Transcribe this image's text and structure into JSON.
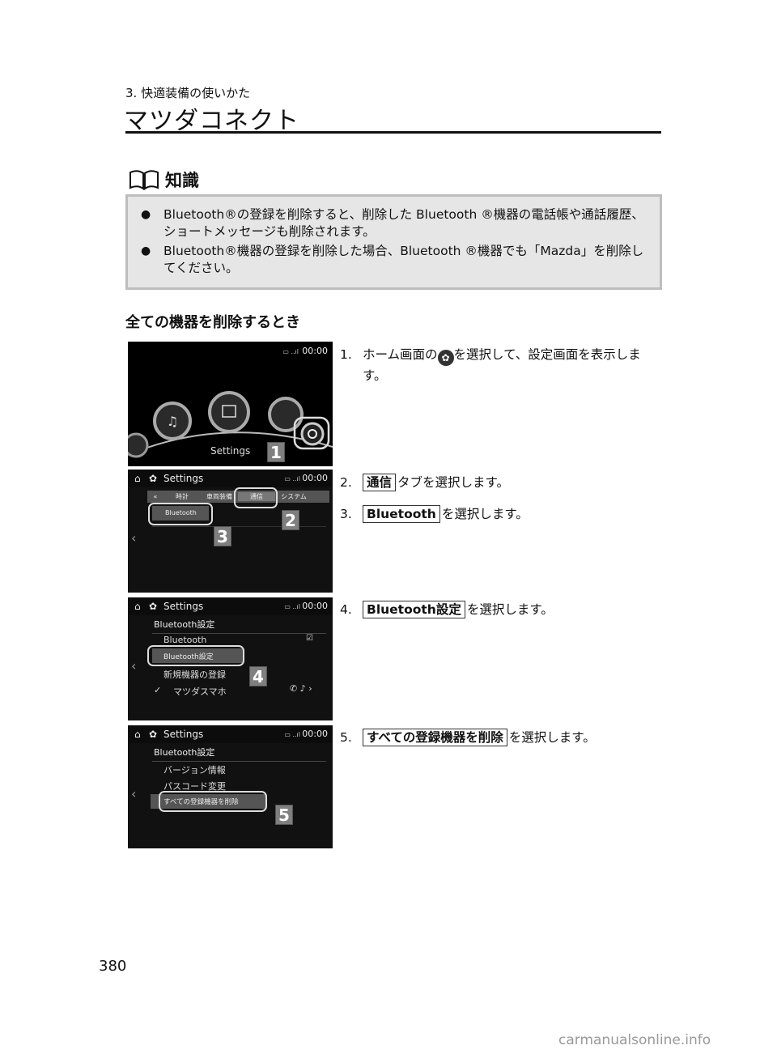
{
  "header": {
    "chapter": "3. 快適装備の使いかた",
    "title": "マツダコネクト"
  },
  "knowledge": {
    "heading": "知識",
    "items": [
      "Bluetooth®の登録を削除すると、削除した Bluetooth ®機器の電話帳や通話履歴、ショートメッセージも削除されます。",
      "Bluetooth®機器の登録を削除した場合、Bluetooth ®機器でも「Mazda」を削除してください。"
    ]
  },
  "section": {
    "heading": "全ての機器を削除するとき"
  },
  "steps": [
    {
      "num": "1.",
      "before": "ホーム画面の",
      "after": "を選択して、設定画面を表示します。"
    },
    {
      "num": "2.",
      "key": "通信",
      "after": "タブを選択します。"
    },
    {
      "num": "3.",
      "key": "Bluetooth",
      "after": "を選択します。"
    },
    {
      "num": "4.",
      "key": "Bluetooth設定",
      "after": "を選択します。"
    },
    {
      "num": "5.",
      "key": "すべての登録機器を削除",
      "after": "を選択します。"
    }
  ],
  "screens": {
    "clock": "00:00",
    "settings_title": "Settings",
    "home_label": "Settings",
    "tabs": [
      "時計",
      "車両装備",
      "通信",
      "システム"
    ],
    "bt_item": "Bluetooth",
    "bt_settings_header": "Bluetooth設定",
    "bt_menu": [
      "Bluetooth",
      "Bluetooth設定",
      "新規機器の登録"
    ],
    "device": "マツダスマホ",
    "bt_settings_menu": [
      "バージョン情報",
      "パスコード変更",
      "すべての登録機器を削除"
    ],
    "badges": [
      "1",
      "2",
      "3",
      "4",
      "5"
    ]
  },
  "page_number": "380",
  "watermark": "carmanualsonline.info"
}
